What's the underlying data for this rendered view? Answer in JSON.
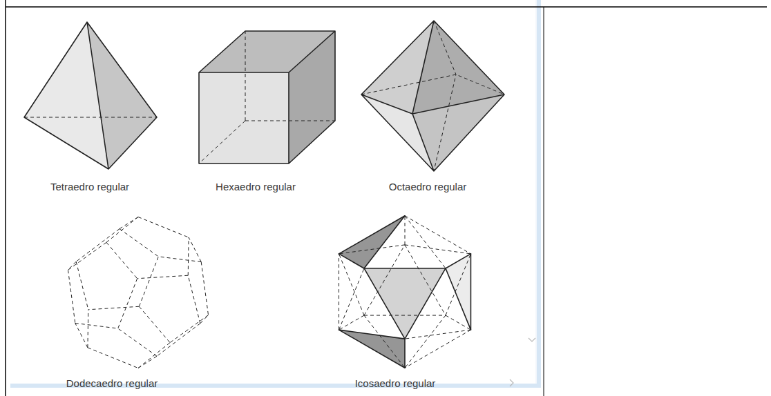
{
  "diagram": {
    "labels": [
      "Tetraedro regular",
      "Hexaedro regular",
      "Octaedro regular",
      "Dodecaedro regular",
      "Icosaedro regular"
    ]
  }
}
